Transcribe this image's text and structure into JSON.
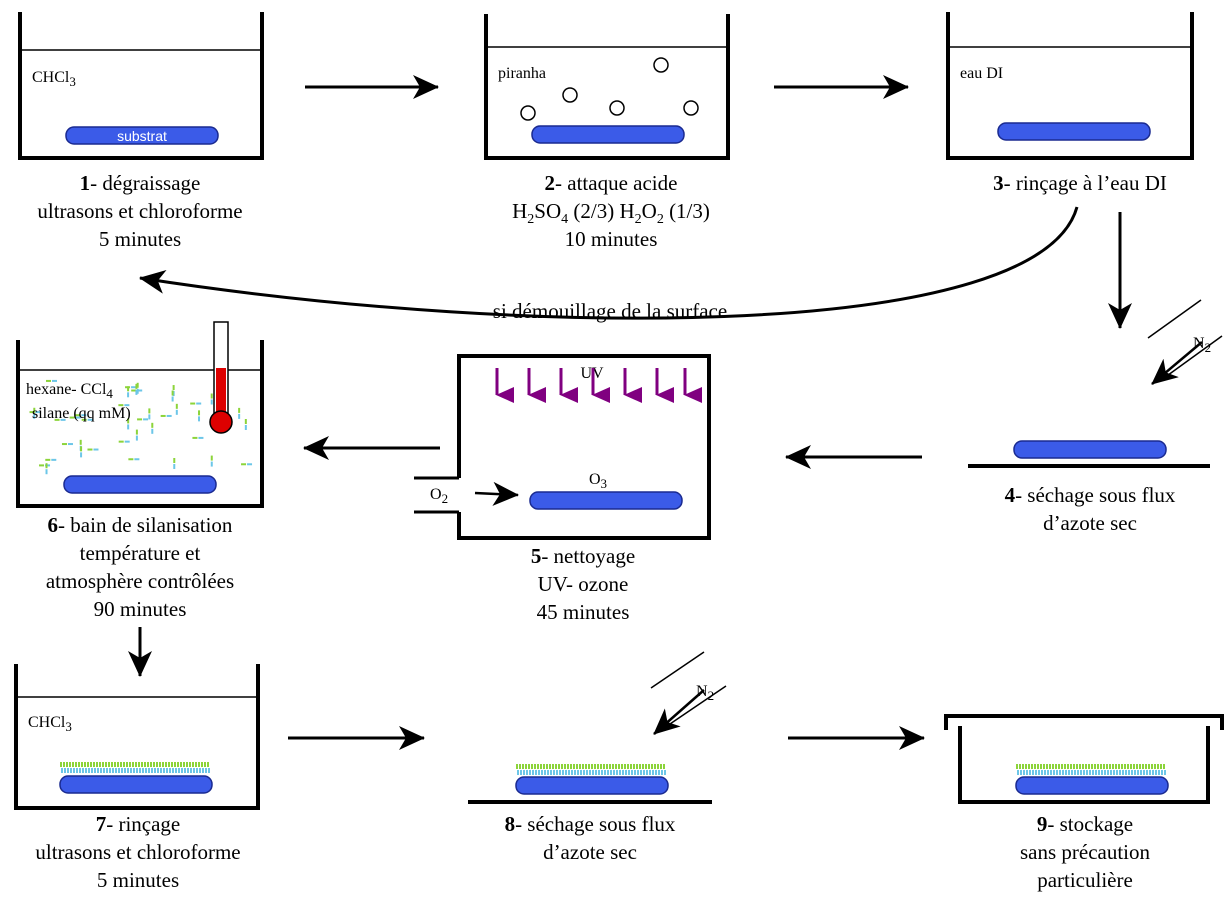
{
  "colors": {
    "substrate": "#3b5be8",
    "substrate_stroke": "#1a2a90",
    "uv_arrow": "#800080",
    "thermo_red": "#dd0000",
    "film_top": "#8cd43a",
    "film_bottom": "#6cc6e8"
  },
  "steps": {
    "s1": {
      "num": "1",
      "title": "- dégraissage",
      "lines": [
        "ultrasons et chloroforme",
        "5 minutes"
      ],
      "solvent": "CHCl",
      "solvent_sub": "3",
      "substrate_label": "substrat"
    },
    "s2": {
      "num": "2",
      "title": "- attaque acide",
      "acid_a": "H",
      "acid_a_sub": "2",
      "acid_b": "SO",
      "acid_b_sub": "4",
      "acid_c": " (2/3) H",
      "acid_c_sub": "2",
      "acid_d": "O",
      "acid_d_sub": "2",
      "acid_e": " (1/3)",
      "time": "10 minutes",
      "solvent": "piranha"
    },
    "s3": {
      "num": "3",
      "title": "- rinçage à l’eau DI",
      "solvent": "eau DI"
    },
    "s4": {
      "num": "4",
      "title": "- séchage sous flux",
      "line2": "d’azote sec",
      "gas": "N",
      "gas_sub": "2"
    },
    "s5": {
      "num": "5",
      "title": "- nettoyage",
      "lines": [
        "UV- ozone",
        "45 minutes"
      ],
      "uv": "UV",
      "o2": "O",
      "o2_sub": "2",
      "o3": "O",
      "o3_sub": "3"
    },
    "s6": {
      "num": "6",
      "title": "- bain de silanisation",
      "lines": [
        "température et",
        "atmosphère contrôlées",
        "90 minutes"
      ],
      "solvent_a": "hexane- CCl",
      "solvent_a_sub": "4",
      "solvent_b": "silane (qq mM)"
    },
    "s7": {
      "num": "7",
      "title": "- rinçage",
      "lines": [
        "ultrasons et chloroforme",
        "5 minutes"
      ],
      "solvent": "CHCl",
      "solvent_sub": "3"
    },
    "s8": {
      "num": "8",
      "title": "- séchage sous flux",
      "line2": "d’azote sec",
      "gas": "N",
      "gas_sub": "2"
    },
    "s9": {
      "num": "9",
      "title": "- stockage",
      "lines": [
        "sans précaution",
        "particulière"
      ]
    }
  },
  "loop_label": "si démouillage de la surface"
}
